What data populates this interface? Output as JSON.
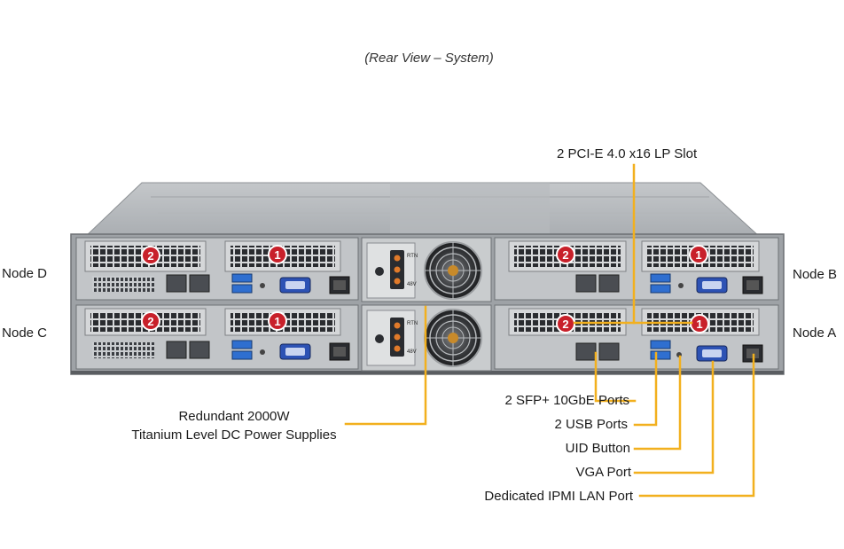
{
  "title": "(Rear View – System)",
  "colors": {
    "leader": "#f2b01e",
    "badge": "#c8202a",
    "chassis": "#b9bcbf",
    "dark": "#2c2f33"
  },
  "labels": {
    "pcie": "2 PCI-E 4.0 x16 LP Slot",
    "node_d": "Node D",
    "node_c": "Node C",
    "node_b": "Node B",
    "node_a": "Node A",
    "psu_line1": "Redundant  2000W",
    "psu_line2": "Titanium  Level  DC Power Supplies",
    "sfp": "2 SFP+ 10GbE Ports",
    "usb": "2 USB Ports",
    "uid": "UID  Button",
    "vga": "VGA Port",
    "ipmi": "Dedicated IPMI  LAN Port"
  },
  "psu_marks": {
    "rtn": "RTN",
    "v48": "48V"
  },
  "nodes": [
    {
      "id": "D",
      "slot_left": "2",
      "slot_right": "1"
    },
    {
      "id": "C",
      "slot_left": "2",
      "slot_right": "1"
    },
    {
      "id": "B",
      "slot_left": "2",
      "slot_right": "1"
    },
    {
      "id": "A",
      "slot_left": "2",
      "slot_right": "1"
    }
  ]
}
